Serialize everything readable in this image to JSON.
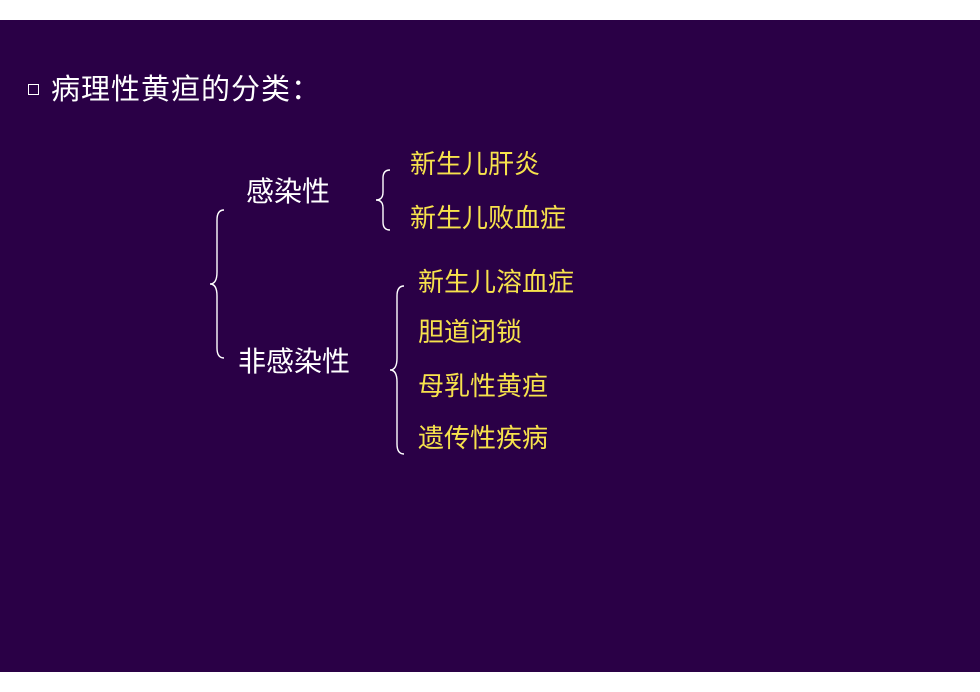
{
  "slide": {
    "title": "病理性黄疸的分类：",
    "bullet_icon": "hollow-square-icon",
    "colors": {
      "background": "#2a0046",
      "heading_text": "#ffffff",
      "item_text": "#f7e24c"
    },
    "groups": [
      {
        "label": "感染性",
        "items": [
          "新生儿肝炎",
          "新生儿败血症"
        ]
      },
      {
        "label": "非感染性",
        "items": [
          "新生儿溶血症",
          "胆道闭锁",
          "母乳性黄疸",
          "遗传性疾病"
        ]
      }
    ]
  }
}
